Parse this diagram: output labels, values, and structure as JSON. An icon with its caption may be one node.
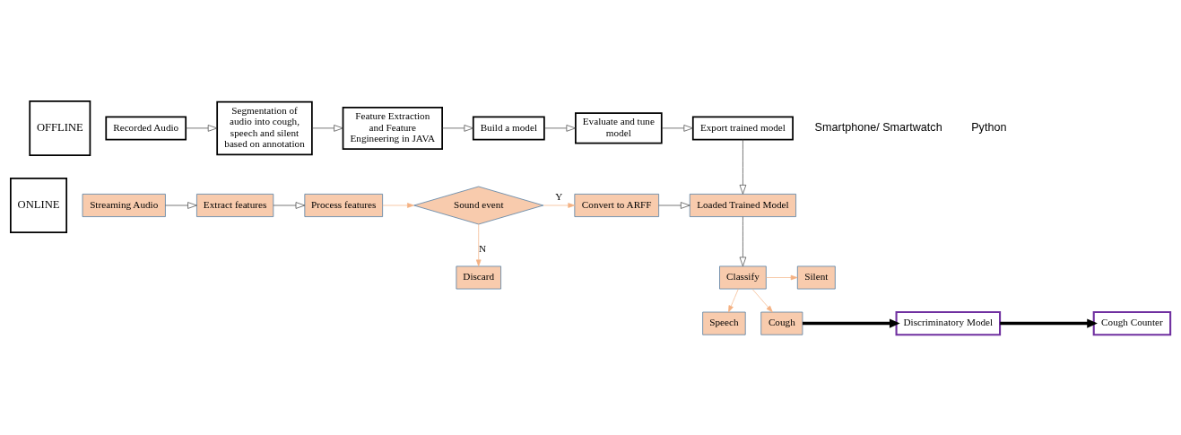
{
  "diagram": {
    "nodes": [
      {
        "text": [
          "OFFLINE"
        ]
      },
      {
        "text": [
          "ONLINE"
        ]
      },
      {
        "text": [
          "Recorded Audio"
        ]
      },
      {
        "text": [
          "Segmentation of audio into cough, speech and silent based on annotation"
        ]
      },
      {
        "text": [
          "Feature Extraction and Feature Engineering in JAVA"
        ]
      },
      {
        "text": [
          "Build a model"
        ]
      },
      {
        "text": [
          "Evaluate and tune model"
        ]
      },
      {
        "text": [
          "Export trained model"
        ]
      },
      {
        "text": [
          "Streaming Audio"
        ]
      },
      {
        "text": [
          "Extract features"
        ]
      },
      {
        "text": [
          "Process features"
        ]
      },
      {
        "text": [
          "Sound event"
        ]
      },
      {
        "text": [
          "Convert to ARFF"
        ]
      },
      {
        "text": [
          "Loaded Trained Model"
        ]
      },
      {
        "text": [
          "Discard"
        ]
      },
      {
        "text": [
          "Classify"
        ]
      },
      {
        "text": [
          "Silent"
        ]
      },
      {
        "text": [
          "Speech"
        ]
      },
      {
        "text": [
          "Cough"
        ]
      },
      {
        "text": [
          "Discriminatory Model"
        ]
      },
      {
        "text": [
          "Cough Counter"
        ]
      }
    ],
    "edges": [
      {
        "from": 2,
        "to": 3,
        "arrow": "to"
      },
      {
        "from": 3,
        "to": 4,
        "arrow": "to"
      },
      {
        "from": 4,
        "to": 5,
        "arrow": "to"
      },
      {
        "from": 5,
        "to": 6,
        "arrow": "to"
      },
      {
        "from": 6,
        "to": 7,
        "arrow": "to"
      },
      {
        "from": 7,
        "to": 13,
        "arrow": "to"
      },
      {
        "from": 8,
        "to": 9,
        "arrow": "to"
      },
      {
        "from": 9,
        "to": 10,
        "arrow": "to"
      },
      {
        "from": 10,
        "to": 11,
        "arrow": "to",
        "color": "#f4b183"
      },
      {
        "from": 11,
        "to": 12,
        "arrow": "to",
        "label": "Y",
        "color": "#f4b183"
      },
      {
        "from": 11,
        "to": 14,
        "arrow": "to",
        "label": "N",
        "color": "#f4b183"
      },
      {
        "from": 12,
        "to": 13,
        "arrow": "to"
      },
      {
        "from": 13,
        "to": 15,
        "arrow": "to"
      },
      {
        "from": 15,
        "to": 16,
        "arrow": "to",
        "color": "#f4b183"
      },
      {
        "from": 15,
        "to": 17,
        "arrow": "to",
        "color": "#f4b183"
      },
      {
        "from": 15,
        "to": 18,
        "arrow": "to",
        "color": "#f4b183"
      },
      {
        "from": 18,
        "to": 19,
        "arrow": "to",
        "style": "thick",
        "color": "#000000"
      },
      {
        "from": 19,
        "to": 20,
        "arrow": "to",
        "style": "thick",
        "color": "#000000"
      }
    ],
    "labels": [
      "Smartphone/ Smartwatch",
      "Python"
    ]
  }
}
